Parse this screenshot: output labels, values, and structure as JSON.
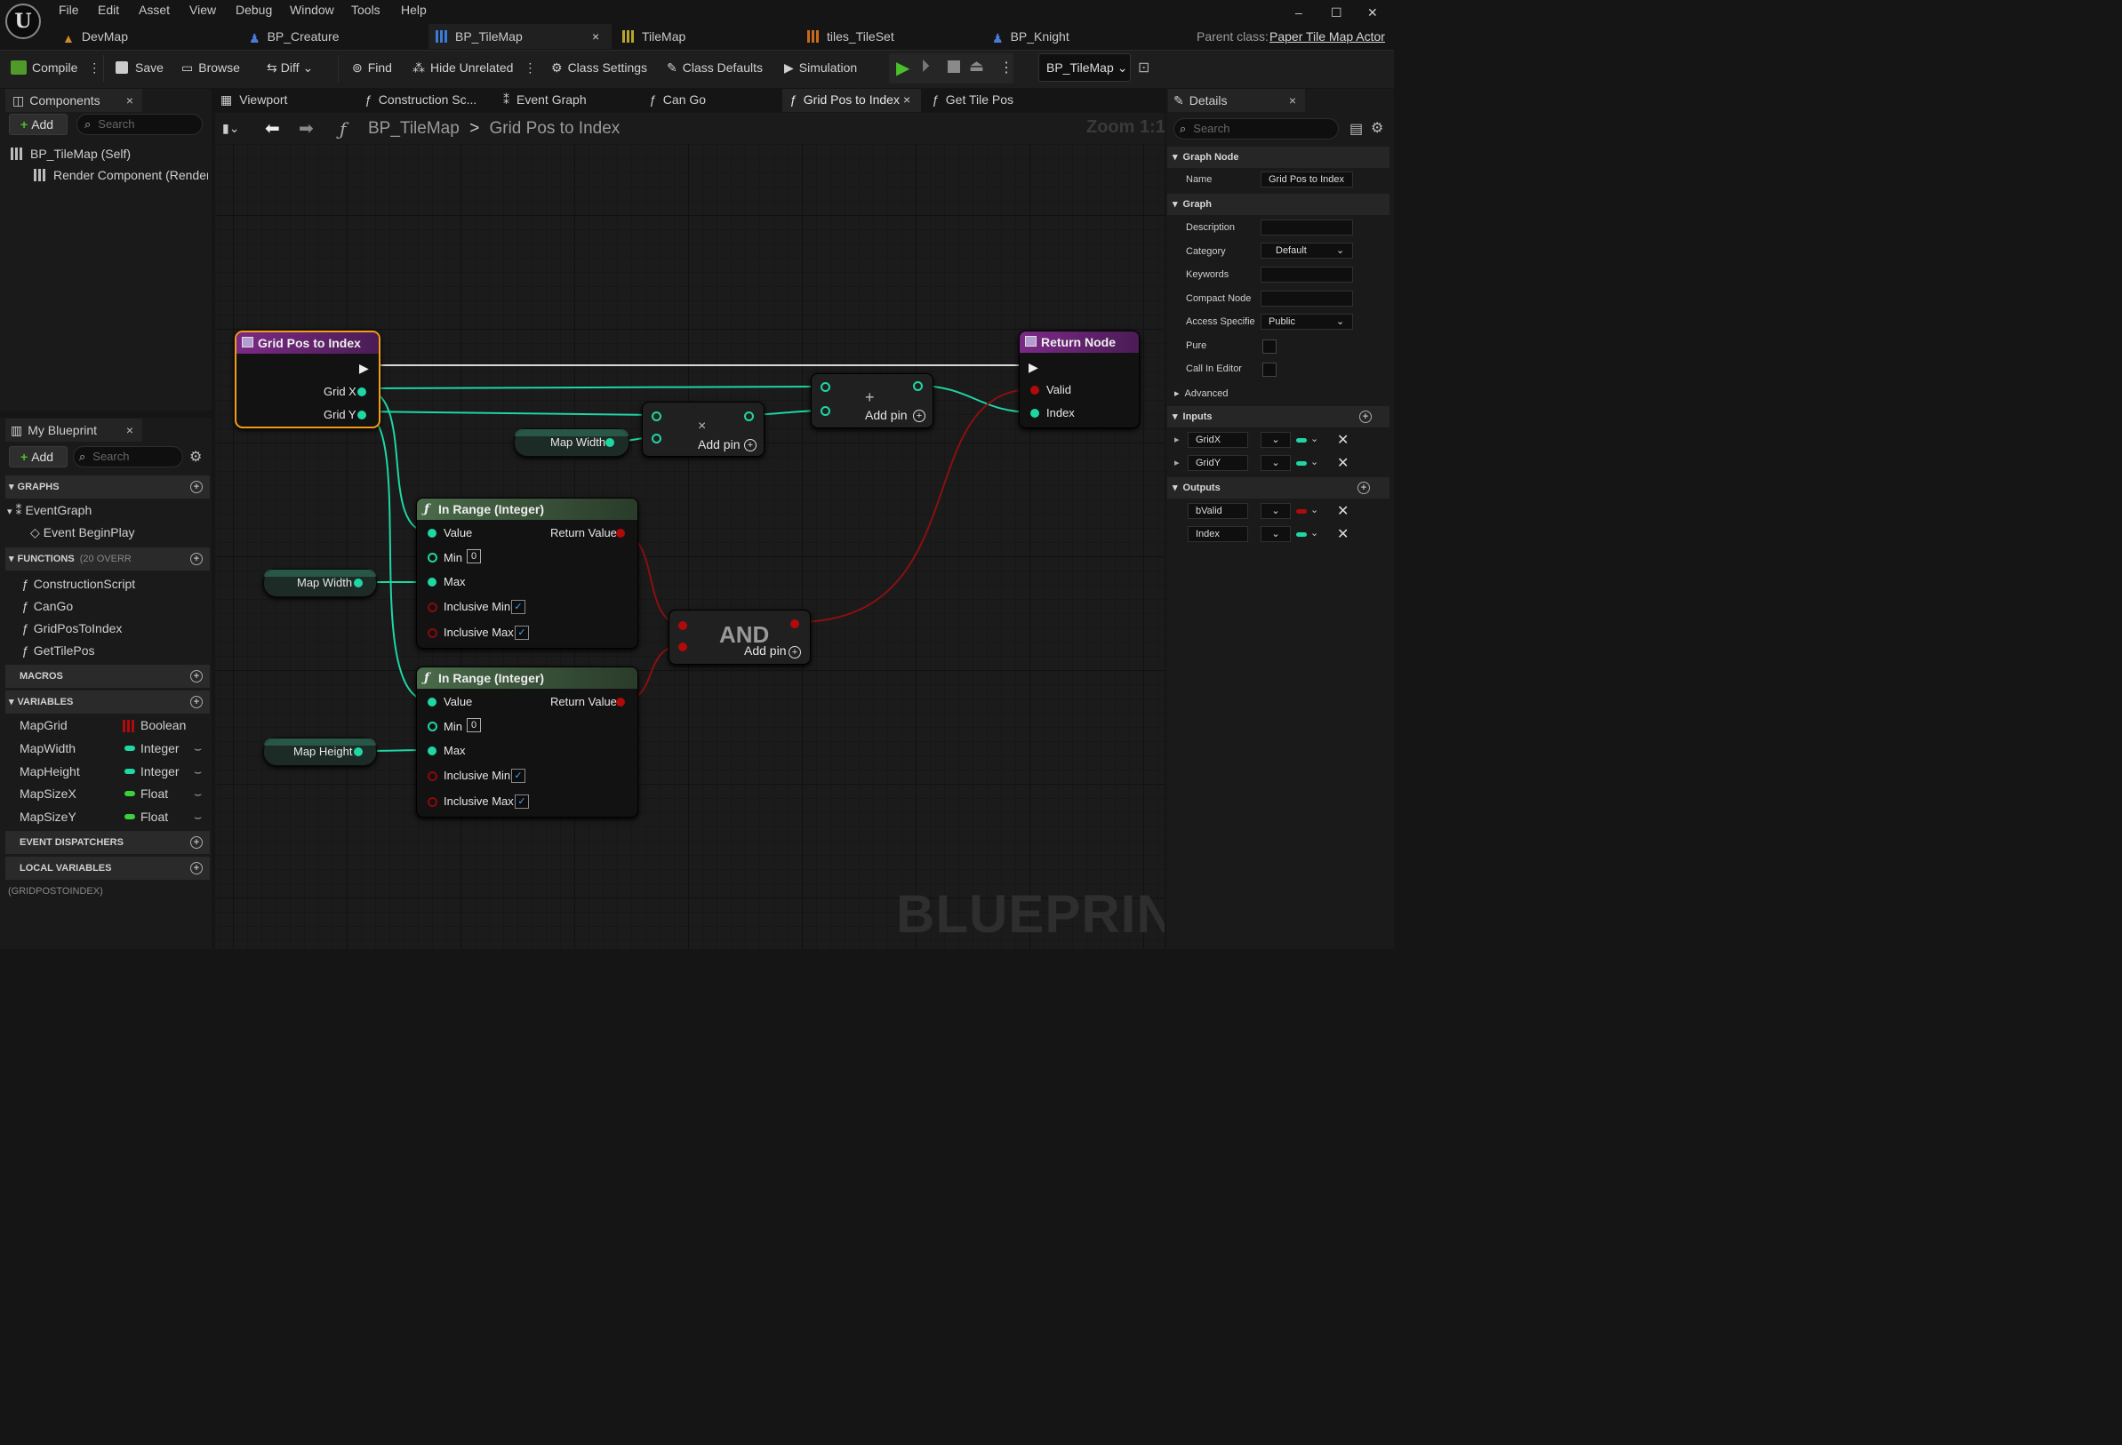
{
  "menu": [
    "File",
    "Edit",
    "Asset",
    "View",
    "Debug",
    "Window",
    "Tools",
    "Help"
  ],
  "window": {
    "minimize": "–",
    "maximize": "☐",
    "close": "✕"
  },
  "doc_tabs": [
    {
      "label": "DevMap"
    },
    {
      "label": "BP_Creature"
    },
    {
      "label": "BP_TileMap",
      "close": "×"
    },
    {
      "label": "TileMap"
    },
    {
      "label": "tiles_TileSet"
    },
    {
      "label": "BP_Knight"
    }
  ],
  "parent_class": {
    "label": "Parent class:",
    "value": "Paper Tile Map Actor"
  },
  "toolbar": {
    "compile": "Compile",
    "save": "Save",
    "browse": "Browse",
    "diff": "Diff",
    "find": "Find",
    "hide_unrelated": "Hide Unrelated",
    "class_settings": "Class Settings",
    "class_defaults": "Class Defaults",
    "simulation": "Simulation",
    "debug_object": "BP_TileMap"
  },
  "components_panel": {
    "tab": "Components",
    "add": "Add",
    "search_placeholder": "Search",
    "items": [
      "BP_TileMap (Self)",
      "Render Component (RenderCc"
    ]
  },
  "my_blueprint": {
    "tab": "My Blueprint",
    "add": "Add",
    "search_placeholder": "Search",
    "graphs_header": "GRAPHS",
    "graphs": [
      "EventGraph",
      "Event BeginPlay"
    ],
    "functions_header": "FUNCTIONS",
    "functions_note": "(20 OVERR",
    "functions": [
      "ConstructionScript",
      "CanGo",
      "GridPosToIndex",
      "GetTilePos"
    ],
    "macros_header": "MACROS",
    "variables_header": "VARIABLES",
    "variables": [
      {
        "name": "MapGrid",
        "type": "Boolean"
      },
      {
        "name": "MapWidth",
        "type": "Integer"
      },
      {
        "name": "MapHeight",
        "type": "Integer"
      },
      {
        "name": "MapSizeX",
        "type": "Float"
      },
      {
        "name": "MapSizeY",
        "type": "Float"
      }
    ],
    "dispatchers_header": "EVENT DISPATCHERS",
    "locals_header": "LOCAL VARIABLES",
    "locals_note": "(GRIDPOSTOINDEX)"
  },
  "graph_tabs": [
    "Viewport",
    "Construction Sc...",
    "Event Graph",
    "Can Go",
    "Grid Pos to Index",
    "Get Tile Pos"
  ],
  "breadcrumb": {
    "root": "BP_TileMap",
    "sep": ">",
    "current": "Grid Pos to Index",
    "zoom": "Zoom 1:1"
  },
  "watermark": "BLUEPRINT",
  "nodes": {
    "entry": {
      "title": "Grid Pos to Index",
      "pins": [
        "Grid X",
        "Grid Y"
      ]
    },
    "return": {
      "title": "Return Node",
      "pins": [
        "Valid",
        "Index"
      ]
    },
    "add1": {
      "symbol": "+",
      "add_pin": "Add pin"
    },
    "mul": {
      "symbol": "×",
      "add_pin": "Add pin"
    },
    "map_width_a": "Map Width",
    "map_width_b": "Map Width",
    "map_height": "Map Height",
    "in_range_1": {
      "title": "In Range (Integer)",
      "value": "Value",
      "min": "Min",
      "min_val": "0",
      "max": "Max",
      "inc_min": "Inclusive Min",
      "inc_max": "Inclusive Max",
      "ret": "Return Value"
    },
    "in_range_2": {
      "title": "In Range (Integer)",
      "value": "Value",
      "min": "Min",
      "min_val": "0",
      "max": "Max",
      "inc_min": "Inclusive Min",
      "inc_max": "Inclusive Max",
      "ret": "Return Value"
    },
    "and": {
      "title": "AND",
      "add_pin": "Add pin"
    }
  },
  "details": {
    "tab": "Details",
    "search_placeholder": "Search",
    "graph_node_header": "Graph Node",
    "name_label": "Name",
    "name_value": "Grid Pos to Index",
    "graph_header": "Graph",
    "description": "Description",
    "category": "Category",
    "category_value": "Default",
    "keywords": "Keywords",
    "compact_node": "Compact Node",
    "access": "Access Specifie",
    "access_value": "Public",
    "pure": "Pure",
    "call_in_editor": "Call In Editor",
    "advanced": "Advanced",
    "inputs_header": "Inputs",
    "inputs": [
      "GridX",
      "GridY"
    ],
    "outputs_header": "Outputs",
    "outputs": [
      "bValid",
      "Index"
    ]
  },
  "colors": {
    "integer": "#1fd6a4",
    "boolean": "#b10a0a",
    "float": "#3ad13a",
    "function_header": "#3b5a3b",
    "entry_header": "#7b2a86",
    "selection": "#f39c12"
  }
}
